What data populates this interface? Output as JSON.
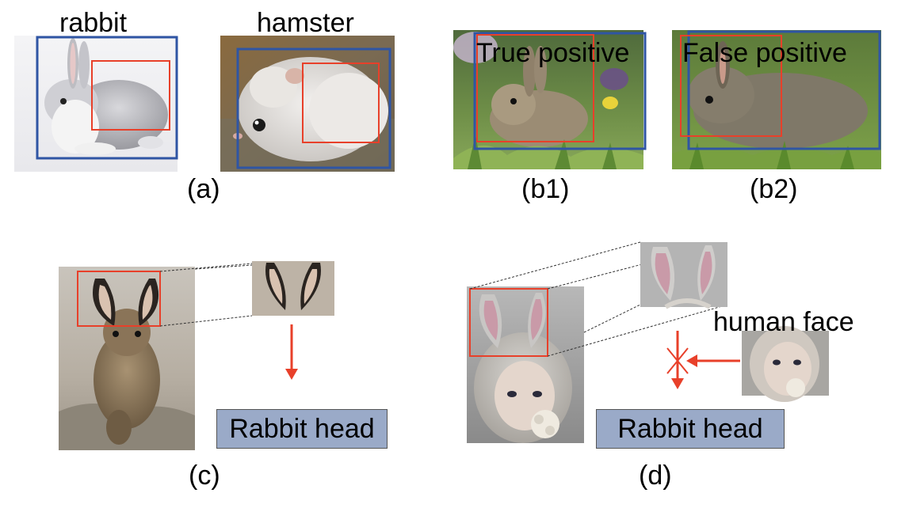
{
  "panels": {
    "a": {
      "label": "(a)",
      "rabbit_caption": "rabbit",
      "hamster_caption": "hamster",
      "rabbit_photo": "rabbit-photo",
      "hamster_photo": "hamster-photo"
    },
    "b1": {
      "label": "(b1)",
      "caption": "True positive",
      "photo": "bunny-in-grass-photo"
    },
    "b2": {
      "label": "(b2)",
      "caption": "False positive",
      "photo": "bunny-in-grass-photo"
    },
    "c": {
      "label": "(c)",
      "result_box": "Rabbit head",
      "photo": "hare-photo",
      "crop": "hare-ears-crop"
    },
    "d": {
      "label": "(d)",
      "result_box": "Rabbit head",
      "face_caption": "human face",
      "photo": "girl-with-bunny-ears-photo",
      "crop": "bunny-ears-crop",
      "face_crop": "human-face-crop"
    }
  },
  "colors": {
    "blue_box": "#2f55a4",
    "red_box": "#e8402a",
    "arrow": "#e8402a",
    "result_box_fill": "#9aaac8"
  }
}
